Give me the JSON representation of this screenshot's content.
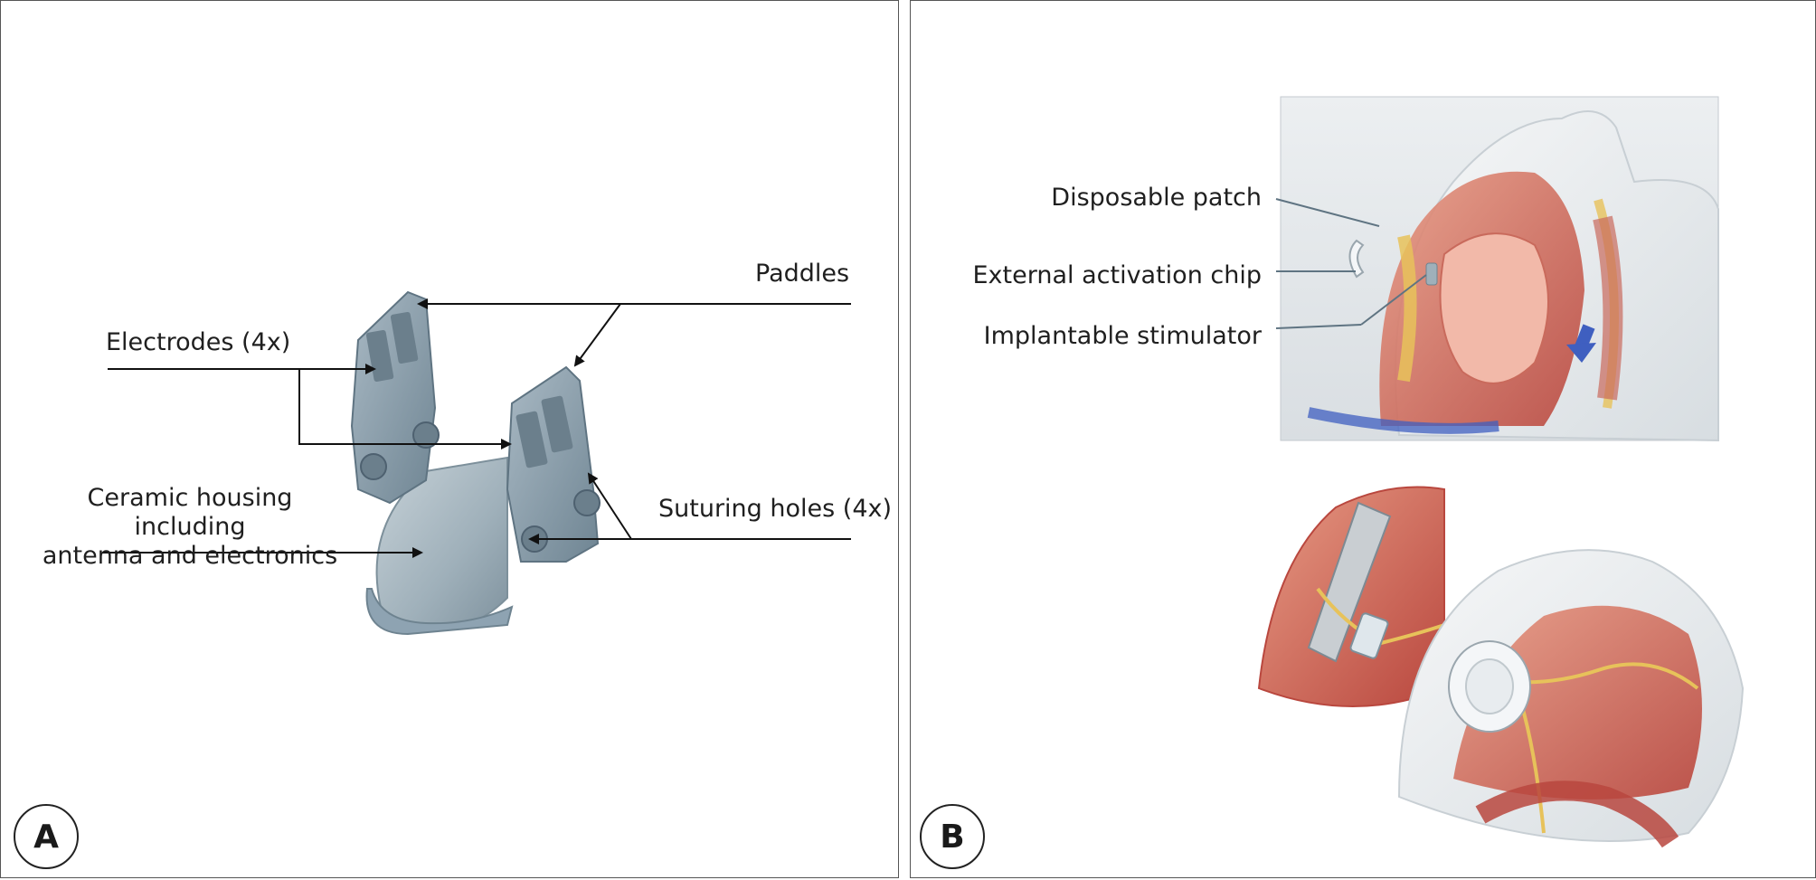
{
  "panel_a": {
    "badge": "A",
    "labels": {
      "paddles": "Paddles",
      "electrodes": "Electrodes (4x)",
      "housing_line1": "Ceramic housing including",
      "housing_line2": "antenna and electronics",
      "suturing_holes": "Suturing holes (4x)"
    }
  },
  "panel_b": {
    "badge": "B",
    "labels": {
      "disposable_patch": "Disposable patch",
      "external_chip": "External activation chip",
      "implantable_stimulator": "Implantable stimulator"
    }
  },
  "colors": {
    "device_blue_gray": "#8ea3b2",
    "tissue_red": "#c8584c",
    "nerve_yellow": "#e7c25a",
    "flow_arrow_blue": "#3f5fc0"
  }
}
